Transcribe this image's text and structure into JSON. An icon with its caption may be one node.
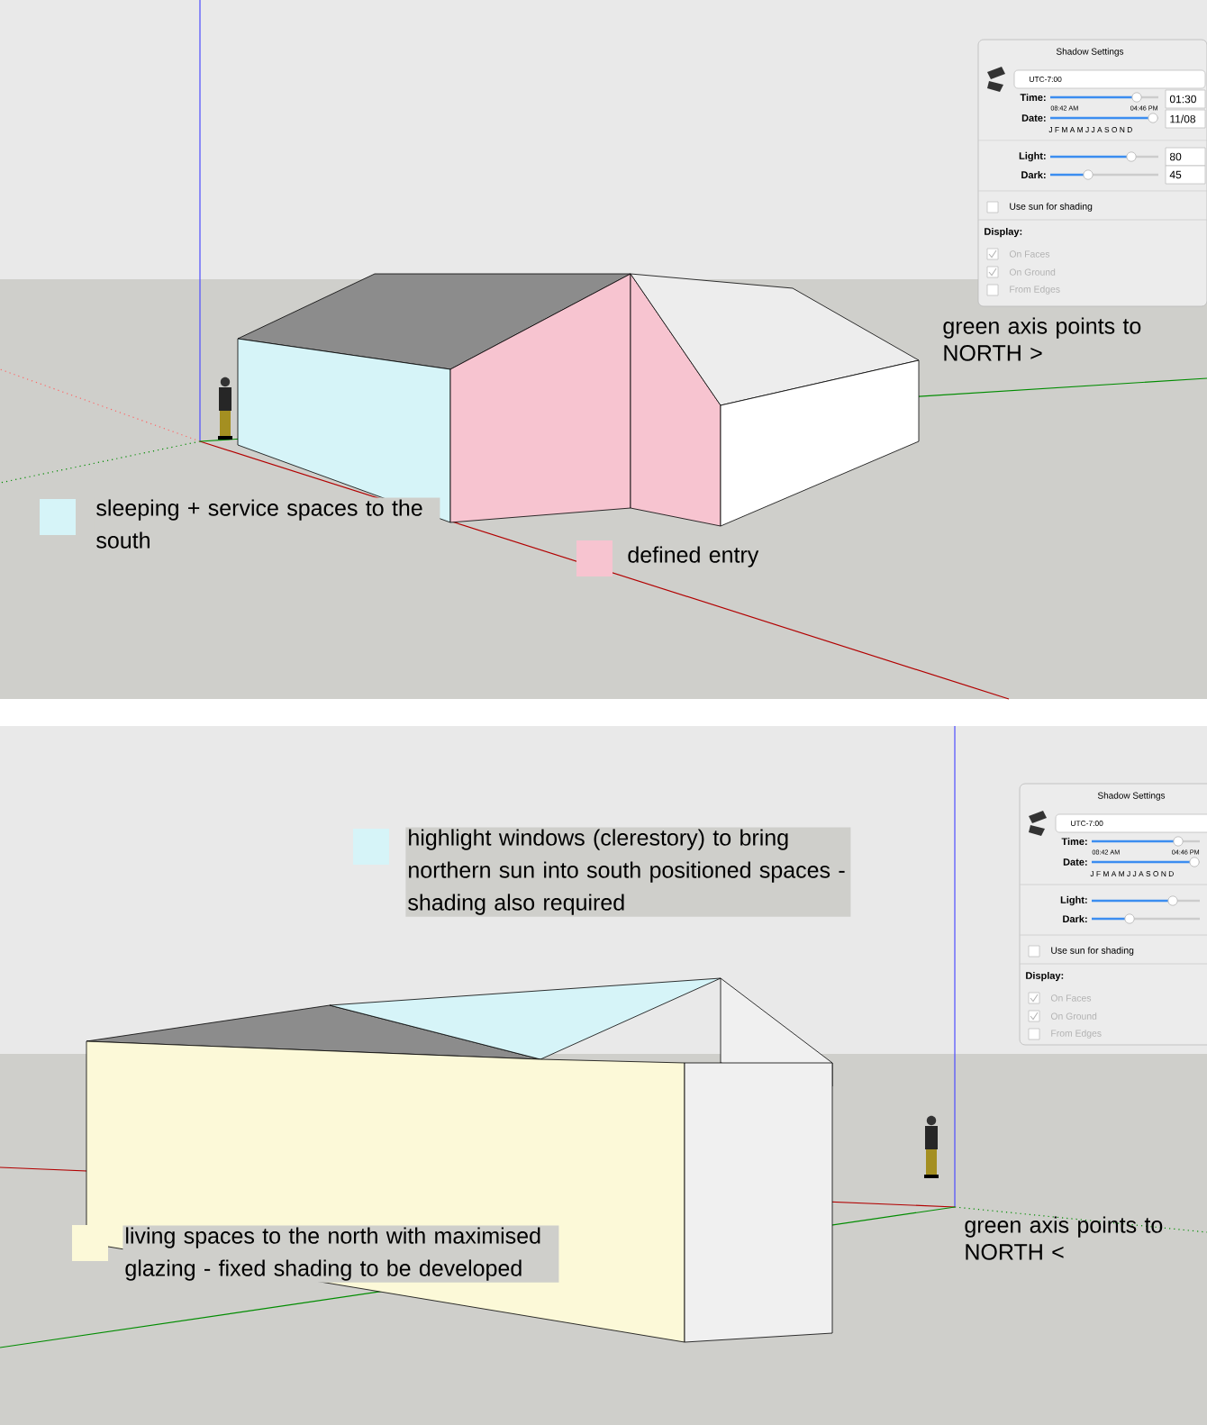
{
  "diagram": {
    "labels": [
      "Shadow Settings",
      "UTC-7:00",
      "Time:",
      "01:30",
      "08:42 AM",
      "04:46 PM",
      "Date:",
      "11/08",
      "J F M A M J J A S O N D",
      "Light:",
      "80",
      "Dark:",
      "45",
      "Use sun for shading",
      "Display:",
      "On Faces",
      "On Ground",
      "From Edges",
      "green axis points to NORTH >",
      "Shadow Settings",
      "UTC-7:00",
      "Time:",
      "08:42 AM",
      "04:46 PM",
      "Date:",
      "J F M A M J J A S O N D",
      "Light:",
      "Dark:",
      "Use sun for shading",
      "Display:",
      "On Faces",
      "On Ground",
      "From Edges",
      "green axis points to NORTH <"
    ],
    "legend": [
      {
        "text": "sleeping + service spaces to the south",
        "color": "#d6f4f8"
      },
      {
        "text": "defined entry",
        "color": "#f7c4d0"
      },
      {
        "text": "highlight windows (clerestory) to bring northern sun into south positioned spaces - shading also required",
        "color": "#d6f4f8"
      },
      {
        "text": "living spaces to the north with maximised glazing - fixed shading to be developed",
        "color": "#fcf9d8"
      }
    ]
  }
}
